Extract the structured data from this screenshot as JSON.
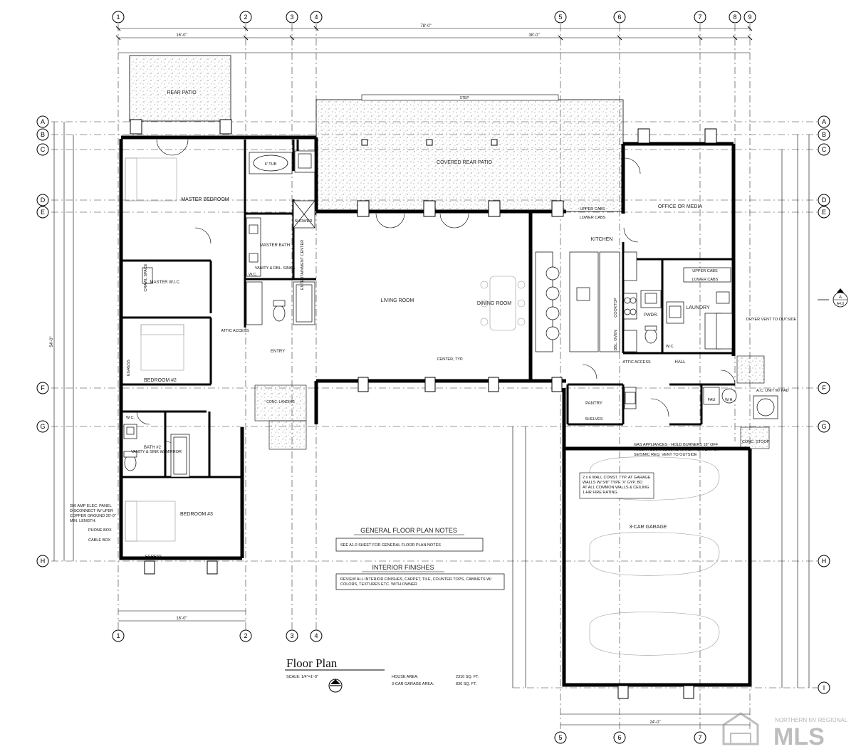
{
  "title_block": {
    "title": "Floor Plan",
    "scale": "SCALE: 1/4\"=1'-0\"",
    "house_area_label": "HOUSE AREA:",
    "house_area_value": "2310 SQ. FT.",
    "garage_area_label": "3-CAR GARAGE AREA:",
    "garage_area_value": "836 SQ. FT."
  },
  "grid_lines": {
    "columns": [
      "1",
      "2",
      "3",
      "4",
      "5",
      "6",
      "7",
      "8",
      "9"
    ],
    "rows": [
      "A",
      "B",
      "C",
      "D",
      "E",
      "F",
      "G",
      "H",
      "I"
    ]
  },
  "rooms": {
    "rear_patio": "REAR PATIO",
    "covered_rear_patio": "COVERED REAR PATIO",
    "master_bedroom": "MASTER BEDROOM",
    "master_bath": "MASTER BATH",
    "master_wic": "MASTER W.I.C.",
    "bedroom_2": "BEDROOM #2",
    "bath_2": "BATH #2",
    "bedroom_3": "BEDROOM #3",
    "entry": "ENTRY",
    "conc_landing": "CONC. LANDING",
    "living_room": "LIVING ROOM",
    "dining_room": "DINING ROOM",
    "kitchen": "KITCHEN",
    "office_or_media": "OFFICE OR MEDIA",
    "pwdr": "PWDR.",
    "laundry": "LAUNDRY",
    "hall": "HALL",
    "pantry": "PANTRY",
    "garage": "3-CAR GARAGE",
    "step": "STEP"
  },
  "annotations": {
    "shower": "SHOWER",
    "tub": "6' TUB",
    "vanity_master": "VANITY & DBL. SINKS",
    "ent_center": "ENTERTAINMENT CENTER",
    "attic_access_1": "ATTIC ACCESS",
    "attic_access_2": "ATTIC ACCESS",
    "upper_cabs_1": "UPPER CABS",
    "lower_cabs_1": "LOWER CABS",
    "upper_cabs_2": "UPPER CABS",
    "lower_cabs_2": "LOWER CABS",
    "cooktop": "COOKTOP",
    "dbl_oven": "DBL. OVEN",
    "dryer_vent": "DRYER VENT TO OUTSIDE",
    "ac_unit": "A.C. UNIT W/ PAD",
    "conc_stoop": "CONC. STOOP",
    "shelves": "SHELVES",
    "gas_appliances": "GAS APPLIANCES - HOLD BURNERS 18\" OFF FINISH FLOOR SECURE WATER HEATER FOR SEISMIC REQ. VENT TO OUTSIDE",
    "wall_const": "2 x 6 WALL CONST. TYP. AT GARAGE WALLS W/ 5/8\" TYPE 'X' GYP. BD AT ALL COMMON WALLS & CEILING 1-HR FIRE RATING",
    "elec_panel": "200 AMP ELEC. PANEL DISCONNECT W/ UFER COPPER GROUND 20'-0\" MIN. LENGTH.",
    "phone_box": "PHONE BOX",
    "cable_box": "CABLE BOX",
    "vanity_sink": "VANITY & SINK W/ MIRROR",
    "egress_1": "EGRESS",
    "egress_2": "EGRESS",
    "center_typ": "CENTER, TYP.",
    "crawl_space": "CRAWL SPACE",
    "wc_1": "W.C.",
    "wc_2": "W.C.",
    "wc_3": "W.C.",
    "wh": "W.H.",
    "fau": "FAU"
  },
  "notes": {
    "general_heading": "GENERAL FLOOR PLAN NOTES",
    "general_text": "SEE A1.0 SHEET FOR GENERAL FLOOR PLAN NOTES",
    "finishes_heading": "INTERIOR FINISHES",
    "finishes_text": "REVIEW ALL INTERIOR FINISHES, CARPET, TILE, COUNTER TOPS, CABINETS W/ COLORS, TEXTURES ETC. WITH OWNER"
  },
  "dimensions": {
    "overall_top": "78'-0\"",
    "right_top": "38'-0\"",
    "left_top": "16'-0\"",
    "bottom_left": "16'-0\"",
    "bottom_garage": "24'-0\"",
    "left_side": "54'-0\""
  },
  "section_marker": {
    "letter": "A",
    "sheet": "A4.0"
  },
  "watermark": {
    "line1": "NORTHERN NV REGIONAL",
    "line2": "MLS"
  }
}
